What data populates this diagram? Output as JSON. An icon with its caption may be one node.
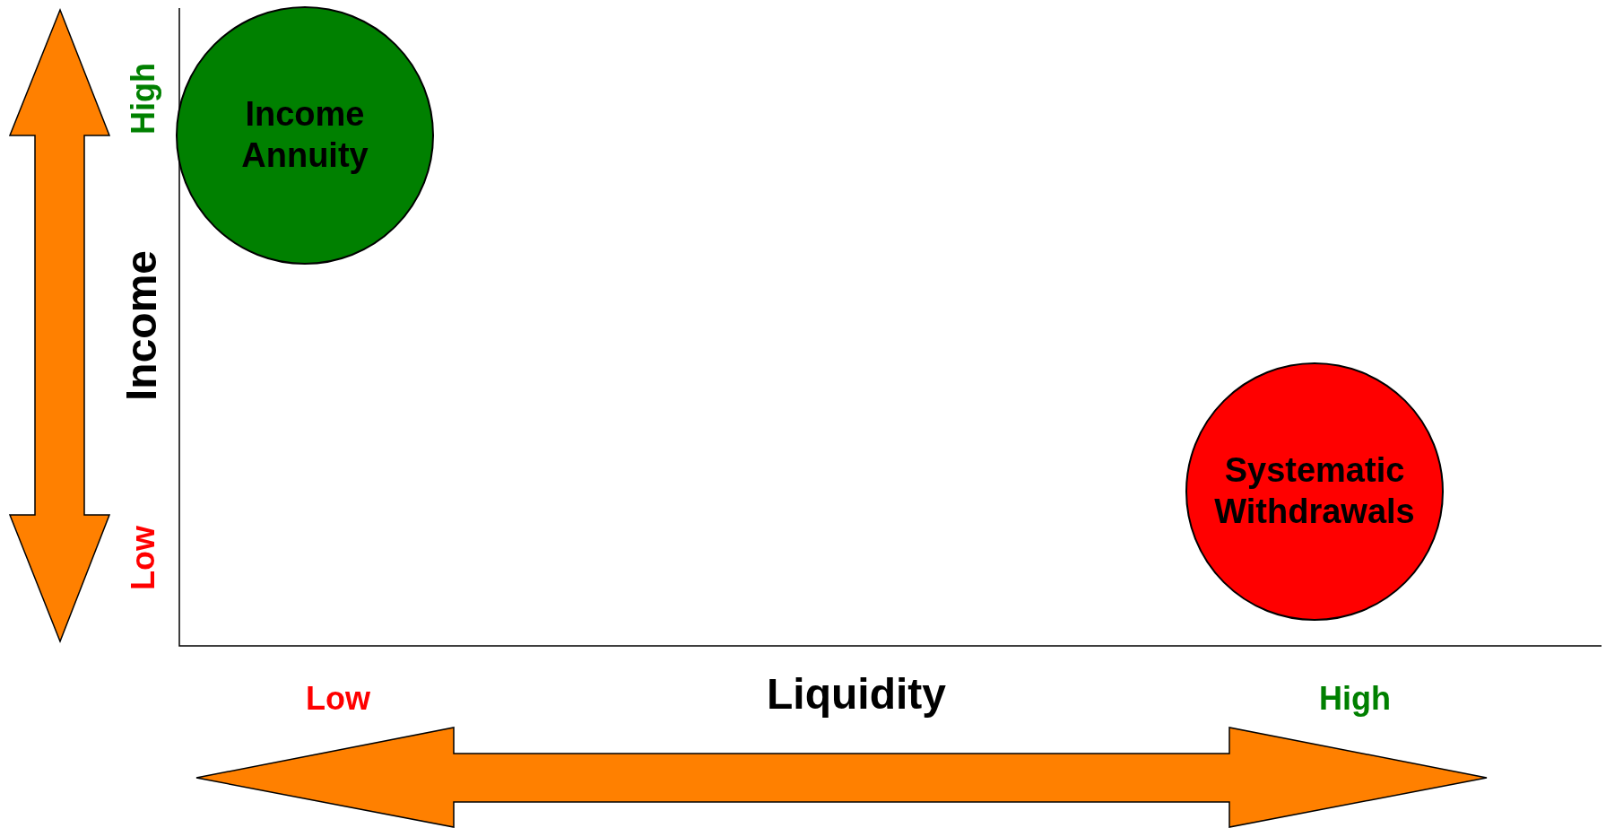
{
  "diagram": {
    "nodes": [
      {
        "text": [
          "Income Annuity"
        ]
      },
      {
        "text": [
          "Systematic Withdrawals"
        ]
      }
    ],
    "labels": [
      "High",
      "Low",
      "Income",
      "Low",
      "Liquidity",
      "High"
    ]
  }
}
